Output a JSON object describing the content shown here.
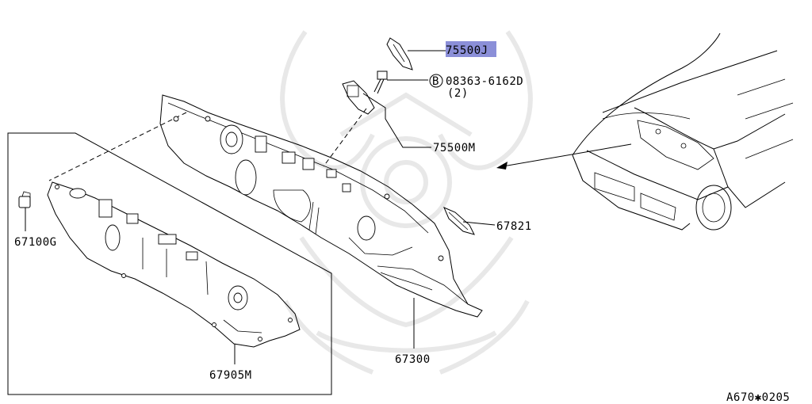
{
  "parts": [
    {
      "id": "part-75500j",
      "label": "75500J",
      "highlighted": true
    },
    {
      "id": "part-08363",
      "prefix_symbol": "B",
      "label": "08363-6162D",
      "qty": "(2)"
    },
    {
      "id": "part-75500m",
      "label": "75500M"
    },
    {
      "id": "part-67821",
      "label": "67821"
    },
    {
      "id": "part-67100g",
      "label": "67100G"
    },
    {
      "id": "part-67300",
      "label": "67300"
    },
    {
      "id": "part-67905m",
      "label": "67905M"
    }
  ],
  "footer": {
    "code": "A670✱0205"
  },
  "colors": {
    "highlight": "#8b8fd8",
    "watermark": "#e8e8e8",
    "lines": "#000000"
  }
}
